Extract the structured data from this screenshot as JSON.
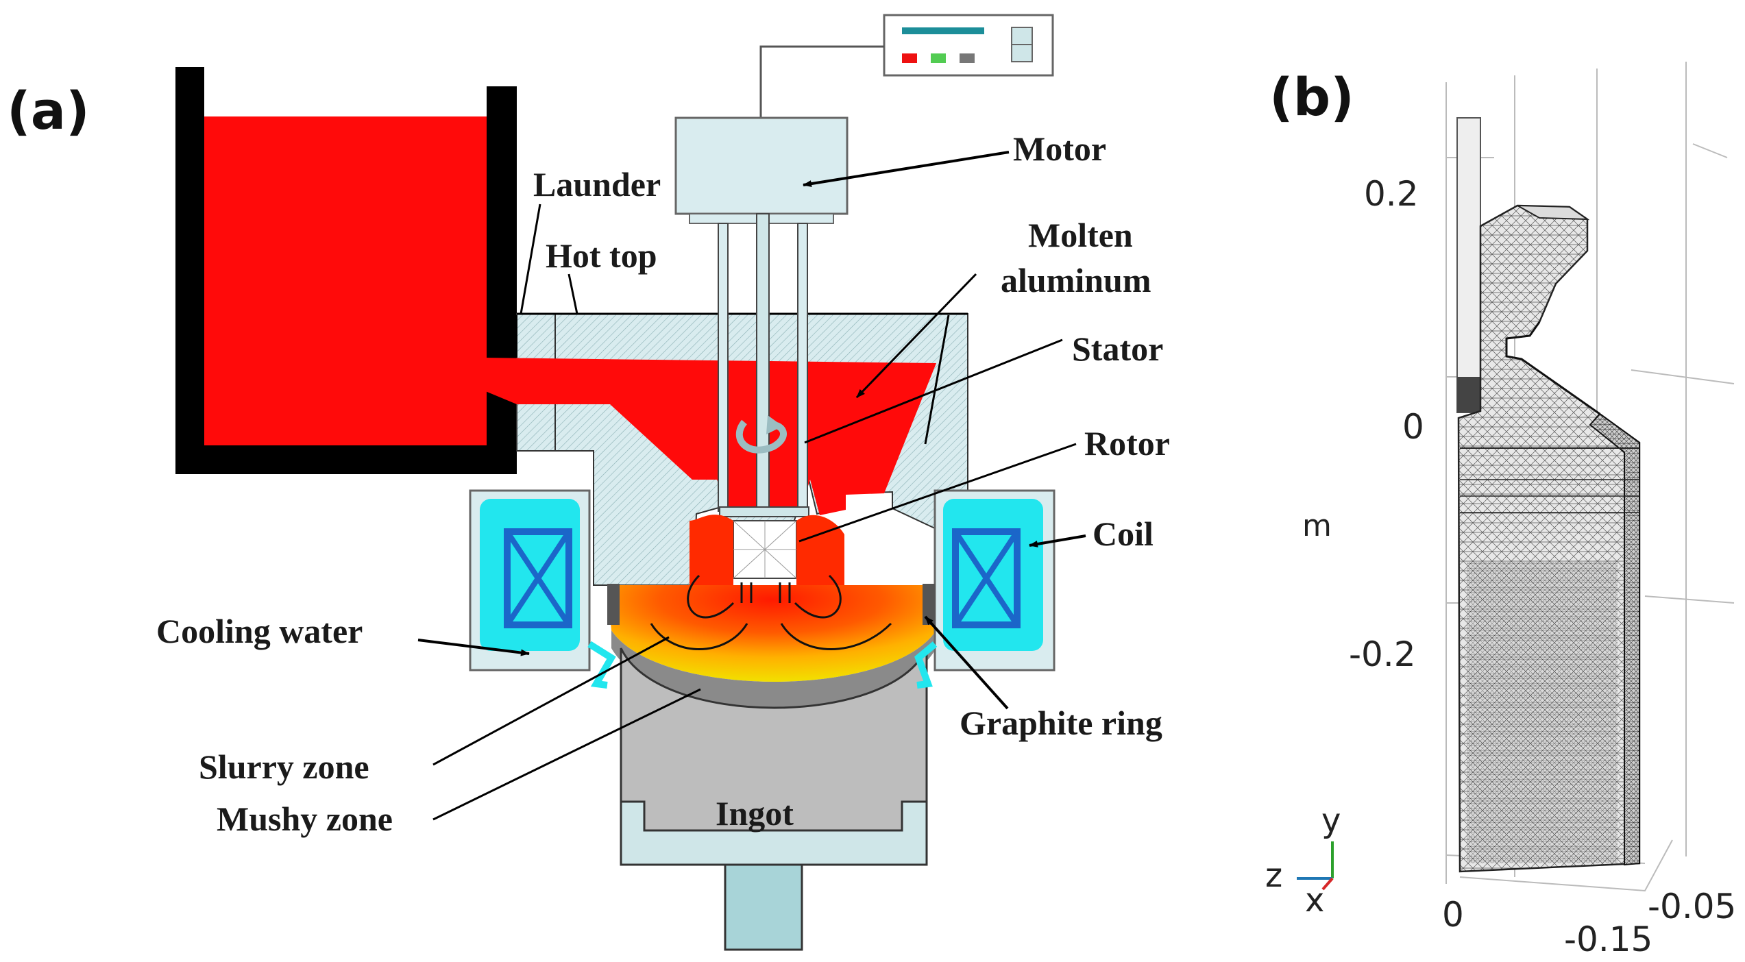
{
  "panels": {
    "a": "(a)",
    "b": "(b)"
  },
  "labels": {
    "motor": "Motor",
    "launder": "Launder",
    "hot_top": "Hot top",
    "molten_1": "Molten",
    "molten_2": "aluminum",
    "stator": "Stator",
    "rotor": "Rotor",
    "coil": "Coil",
    "cooling_water": "Cooling water",
    "graphite_ring": "Graphite ring",
    "slurry_zone": "Slurry zone",
    "mushy_zone": "Mushy zone",
    "ingot": "Ingot"
  },
  "mesh_axes": {
    "unit": "m",
    "y_ticks": [
      "0.2",
      "0",
      "-0.2"
    ],
    "bottom_ticks": [
      "0",
      "-0.05",
      "-0.15"
    ],
    "triad": {
      "y": "y",
      "z": "z",
      "x": "x"
    }
  },
  "colors": {
    "molten": "#ff0a0a",
    "coil_water": "#22e6ee",
    "coil_frame": "#1b66c9",
    "light_blue": "#cfe6e8",
    "refractory": "#d9ecef",
    "ingot": "#bdbdbd",
    "ladle": "#000000"
  }
}
